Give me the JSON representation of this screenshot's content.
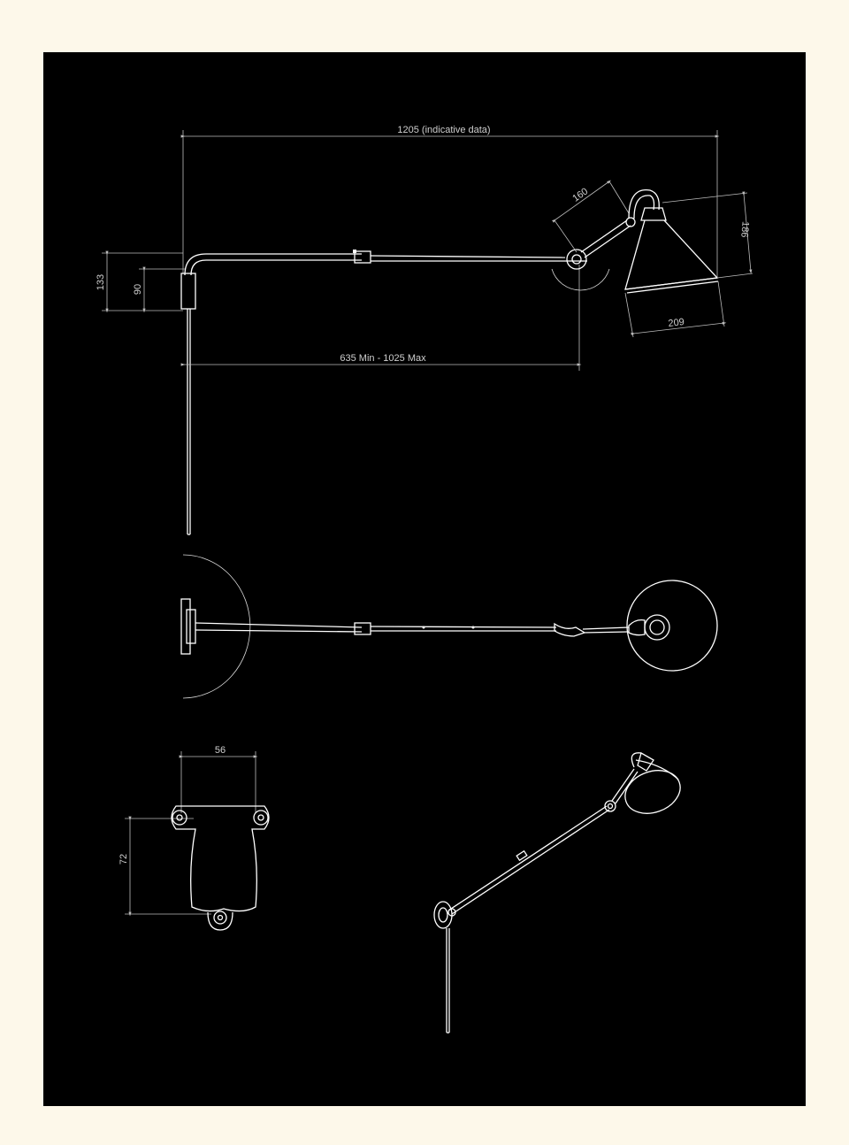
{
  "dimensions": {
    "overall_length": "1205 (indicative data)",
    "arm_length": "635 Min - 1025 Max",
    "height_total": "133",
    "height_plate": "90",
    "arm_segment": "160",
    "shade_height": "186",
    "shade_diameter": "209",
    "plate_width": "56",
    "plate_height": "72"
  },
  "colors": {
    "page_background": "#fdf8ea",
    "sheet_background": "#000000",
    "line": "#ffffff"
  }
}
